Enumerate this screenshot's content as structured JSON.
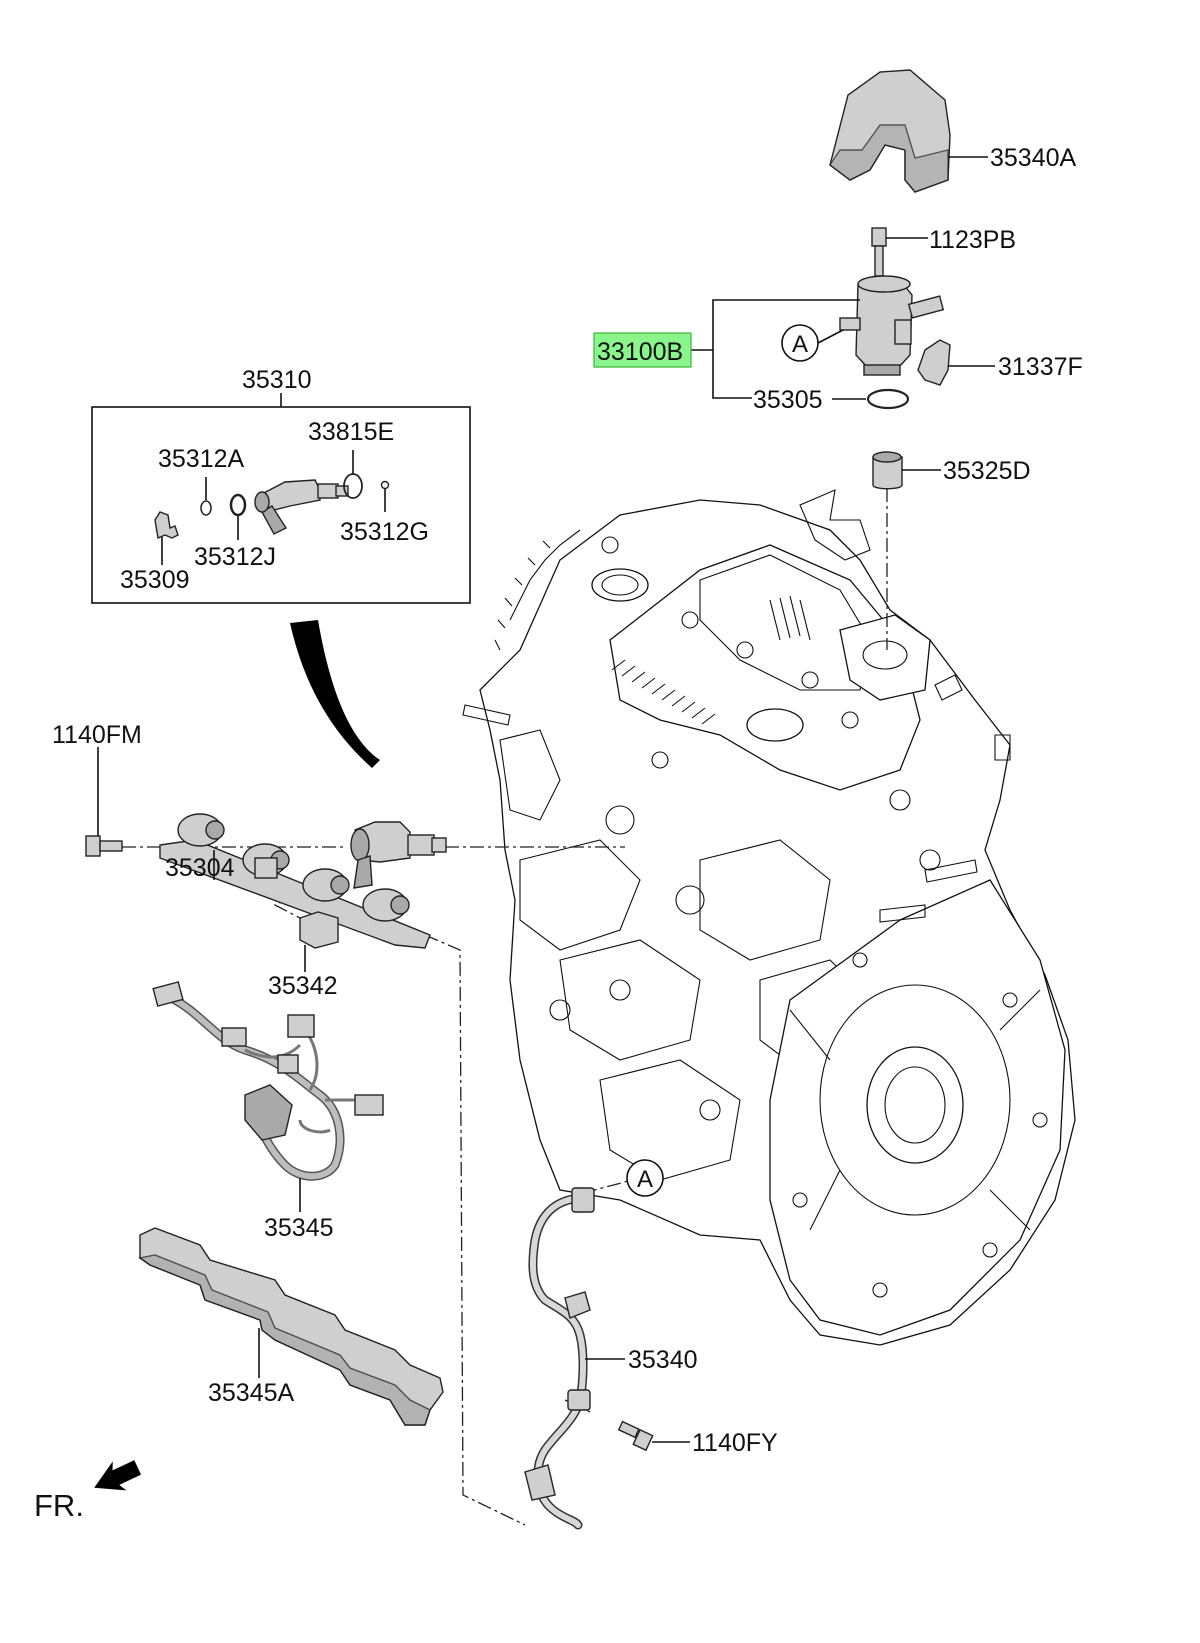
{
  "diagram": {
    "callouts": {
      "p35340A": "35340A",
      "p1123PB": "1123PB",
      "p33100B": "33100B",
      "p31337F": "31337F",
      "p35305": "35305",
      "p35325D": "35325D",
      "p35310": "35310",
      "p33815E": "33815E",
      "p35312A": "35312A",
      "p35312G": "35312G",
      "p35312J": "35312J",
      "p35309": "35309",
      "p1140FM": "1140FM",
      "p35304": "35304",
      "p35342": "35342",
      "p35345": "35345",
      "p35345A": "35345A",
      "p35340": "35340",
      "p1140FY": "1140FY"
    },
    "ref_marker_top": "A",
    "ref_marker_bottom": "A",
    "front_indicator": "FR.",
    "highlighted_part": "33100B",
    "colors": {
      "highlight_fill": "#8af58a",
      "highlight_border": "#3cb33c",
      "part_fill": "#cfcfcf"
    }
  }
}
